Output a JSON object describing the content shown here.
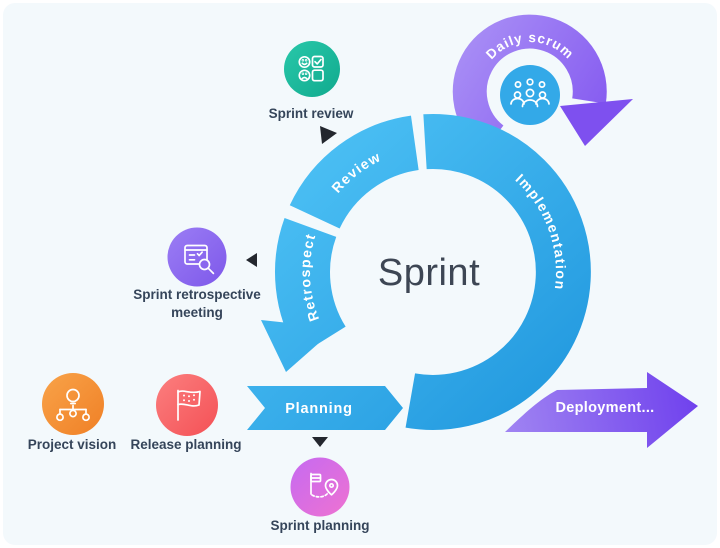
{
  "canvas": {
    "background": "#f3f9fc",
    "frame": "#ffffff"
  },
  "center": {
    "title": "Sprint",
    "color": "#3d4654"
  },
  "cycle": {
    "color_start": "#4fc3f6",
    "color_end": "#1d94dc",
    "segments": [
      {
        "id": "review",
        "label": "Review"
      },
      {
        "id": "retrospect",
        "label": "Retrospect"
      },
      {
        "id": "planning",
        "label": "Planning"
      },
      {
        "id": "implementation",
        "label": "Implementation"
      }
    ]
  },
  "daily_scrum": {
    "label": "Daily scrum",
    "icon": "team-group-icon",
    "color_start": "#ab92f6",
    "color_end": "#7e50ef",
    "badge_color": "#33a9e8"
  },
  "deployment": {
    "label": "Deployment...",
    "color_start": "#a186f2",
    "color_end": "#6f40ed"
  },
  "nodes": [
    {
      "id": "sprint-review",
      "label": "Sprint review",
      "icon": "feedback-faces-checklist-icon",
      "color_start": "#27c6a8",
      "color_end": "#12ab8f"
    },
    {
      "id": "sprint-retrospective-meeting",
      "label_lines": [
        "Sprint retrospective",
        "meeting"
      ],
      "icon": "report-magnifier-icon",
      "color_start": "#9a7cf4",
      "color_end": "#7e58ea"
    },
    {
      "id": "project-vision",
      "label": "Project vision",
      "icon": "idea-sitemap-icon",
      "color_start": "#f8a147",
      "color_end": "#f08127"
    },
    {
      "id": "release-planning",
      "label": "Release planning",
      "icon": "milestone-flag-icon",
      "color_start": "#fb7d7d",
      "color_end": "#f45257"
    },
    {
      "id": "sprint-planning",
      "label": "Sprint planning",
      "icon": "roadmap-pin-icon",
      "color_start": "#c76af0",
      "color_end": "#ed72d2"
    }
  ],
  "connectors": {
    "color": "#23272e"
  }
}
